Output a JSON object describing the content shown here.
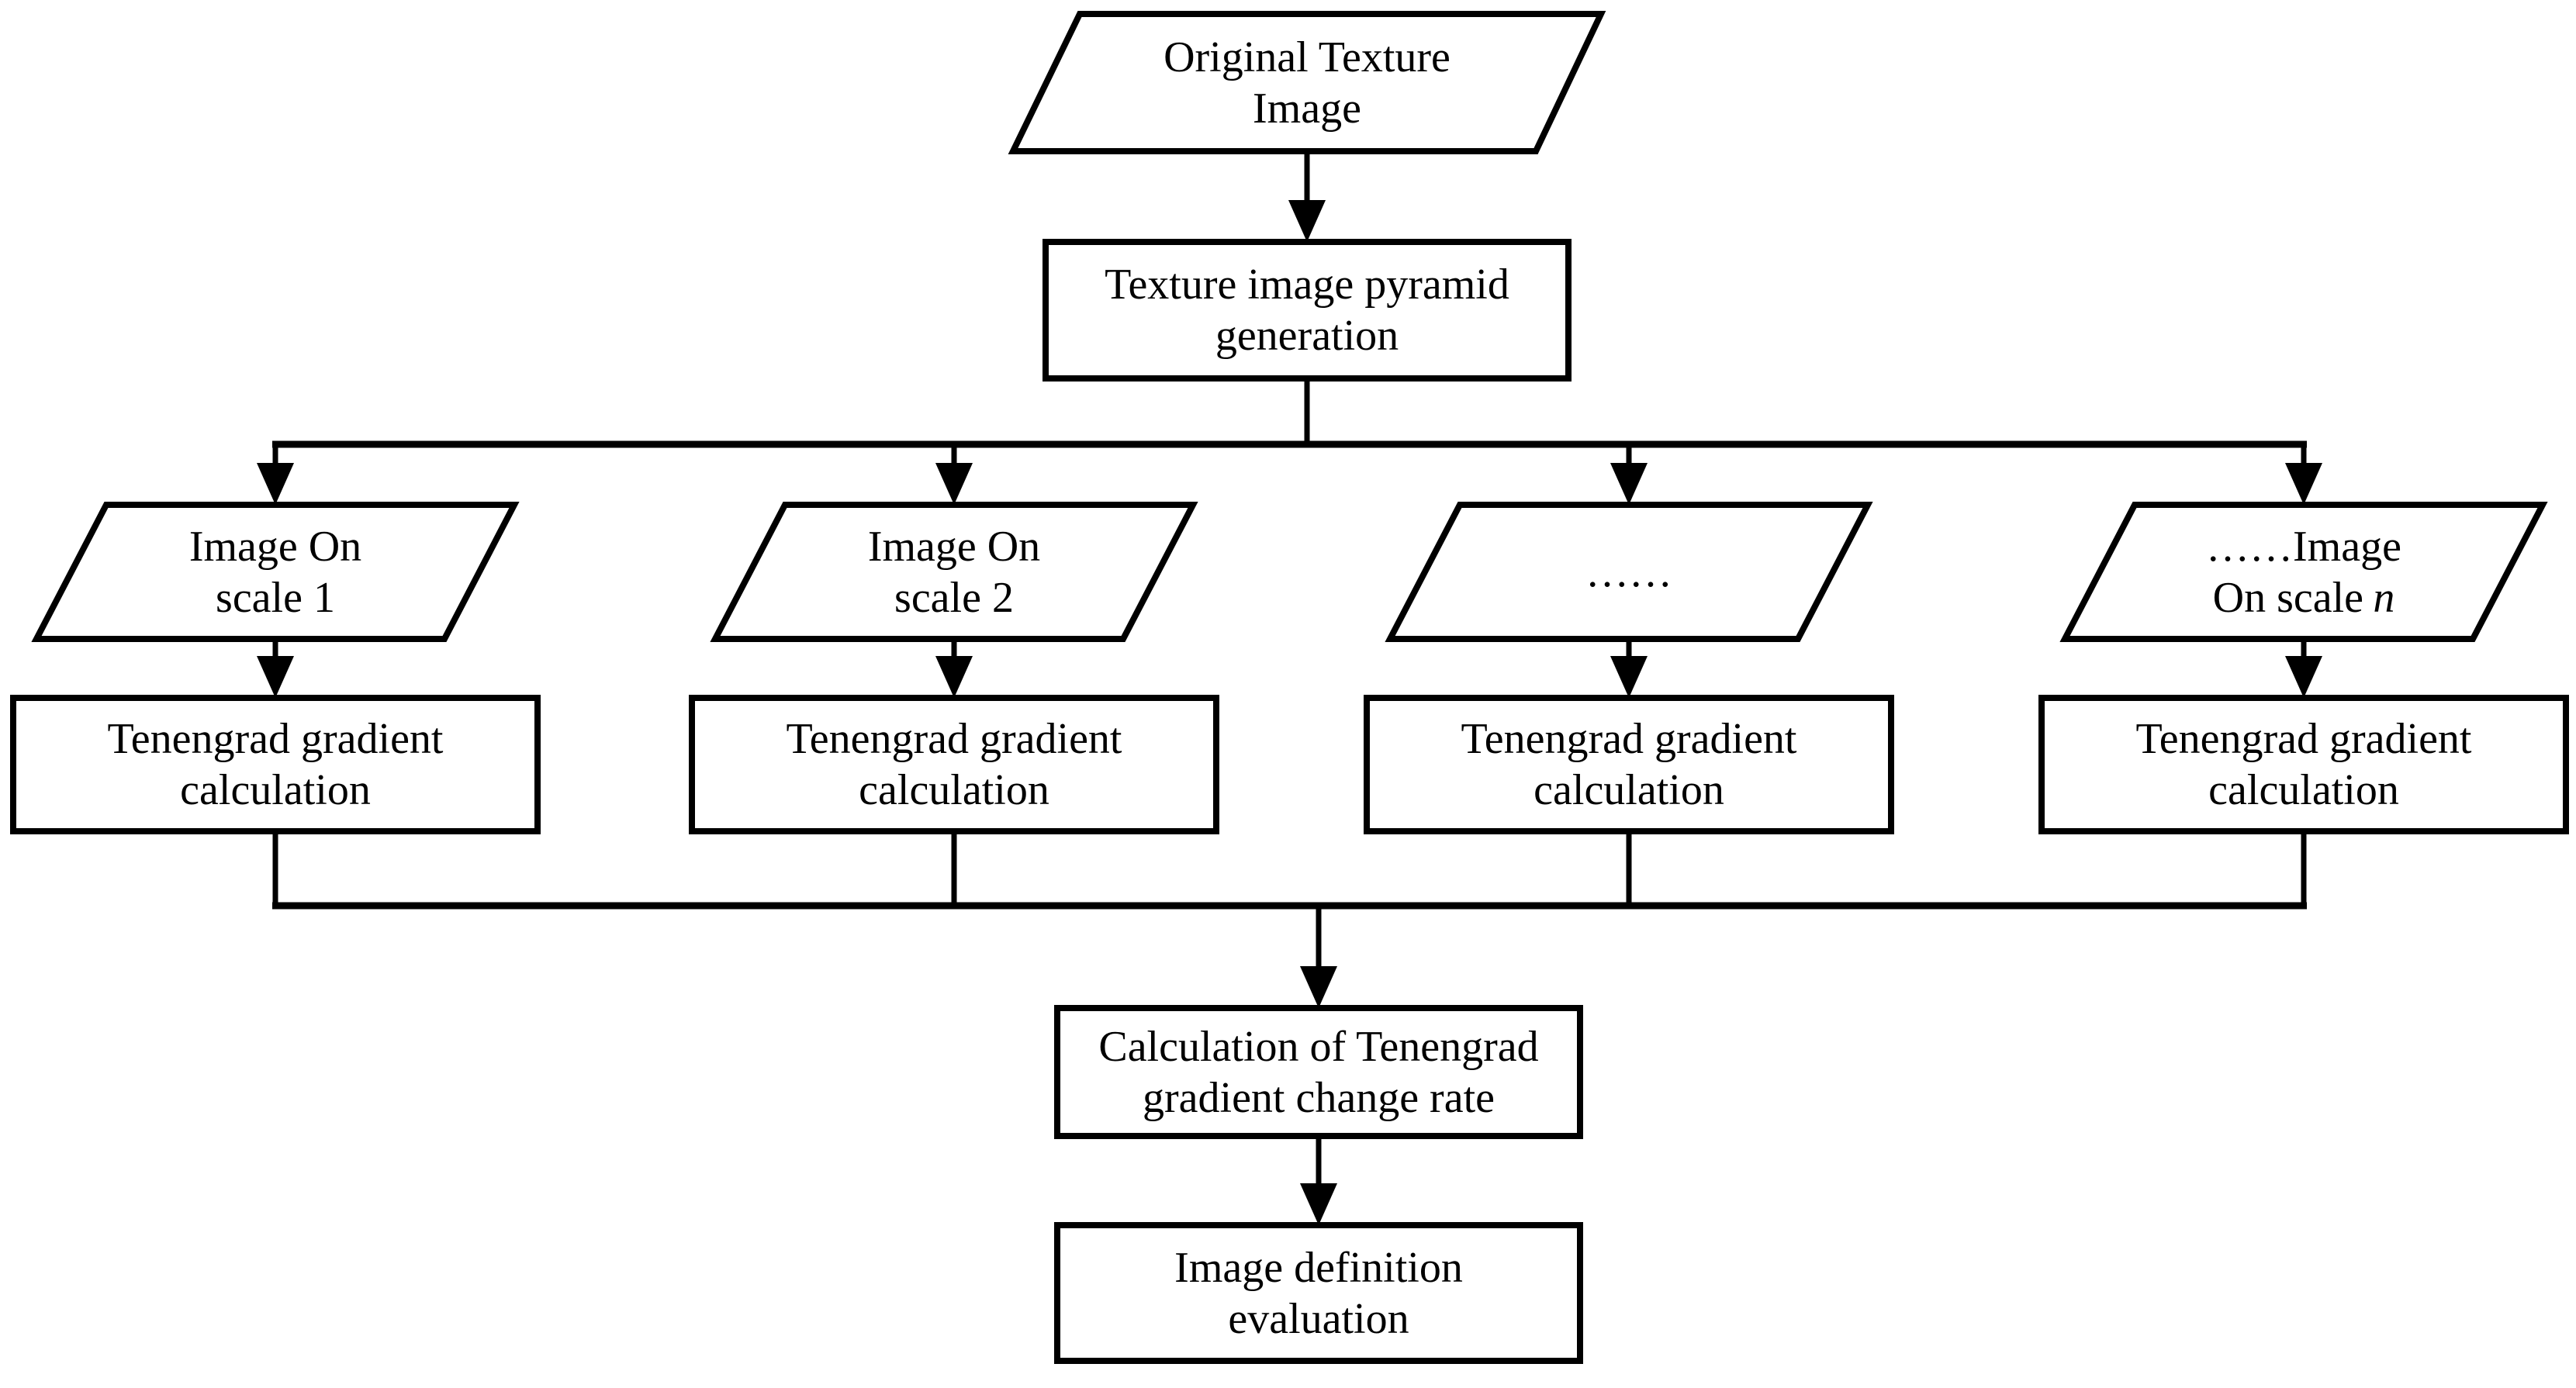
{
  "diagram": {
    "type": "flowchart",
    "colors": {
      "line": "#000000",
      "text": "#000000",
      "background": "#ffffff"
    },
    "nodes": {
      "original_texture_image": {
        "shape": "parallelogram",
        "line1": "Original Texture",
        "line2": "Image"
      },
      "texture_image_pyramid_generation": {
        "shape": "rectangle",
        "line1": "Texture image pyramid",
        "line2": "generation"
      },
      "image_on_scale_1": {
        "shape": "parallelogram",
        "line1": "Image On",
        "line2": "scale 1"
      },
      "image_on_scale_2": {
        "shape": "parallelogram",
        "line1": "Image On",
        "line2": "scale 2"
      },
      "ellipsis_scale": {
        "shape": "parallelogram",
        "line1": "……"
      },
      "image_on_scale_n": {
        "shape": "parallelogram",
        "line1": "……Image",
        "line2_prefix": "On scale",
        "line2_var": "n"
      },
      "tenengrad_gradient_calculation": {
        "shape": "rectangle",
        "line1": "Tenengrad gradient",
        "line2": "calculation"
      },
      "calculation_of_tenengrad_gradient_change_rate": {
        "shape": "rectangle",
        "line1": "Calculation of Tenengrad",
        "line2": "gradient change rate"
      },
      "image_definition_evaluation": {
        "shape": "rectangle",
        "line1": "Image definition",
        "line2": "evaluation"
      }
    }
  }
}
